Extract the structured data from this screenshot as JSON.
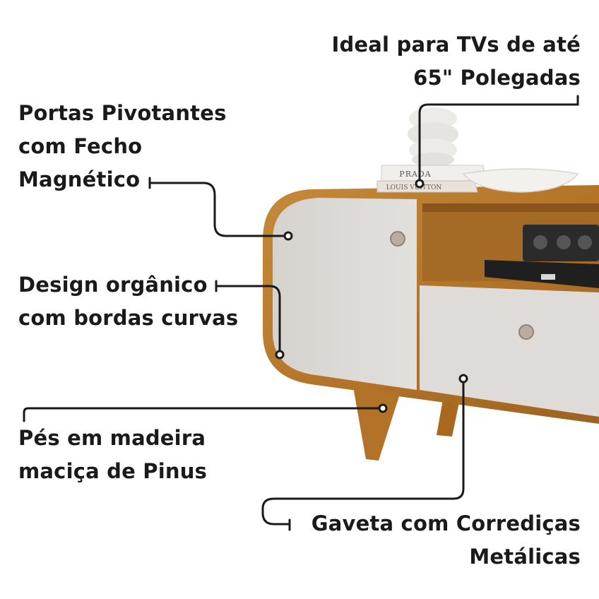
{
  "annotations": {
    "tv": {
      "lines": [
        "Ideal para TVs de até",
        "65\" Polegadas"
      ]
    },
    "doors": {
      "lines": [
        "Portas Pivotantes",
        "com Fecho",
        "Magnético"
      ]
    },
    "design": {
      "lines": [
        "Design orgânico",
        "com bordas curvas"
      ]
    },
    "feet": {
      "lines": [
        "Pés em madeira",
        "maciça de Pinus"
      ]
    },
    "drawer": {
      "lines": [
        "Gaveta com Corrediças",
        "Metálicas"
      ]
    }
  },
  "decor": {
    "book_top": "PRADA",
    "book_bottom": "LOUIS VUITTON"
  },
  "colors": {
    "wood": "#b77a2c",
    "wood_dark": "#8f5a1c",
    "panel": "#dcdad7",
    "leader": "#1a1a1a"
  }
}
